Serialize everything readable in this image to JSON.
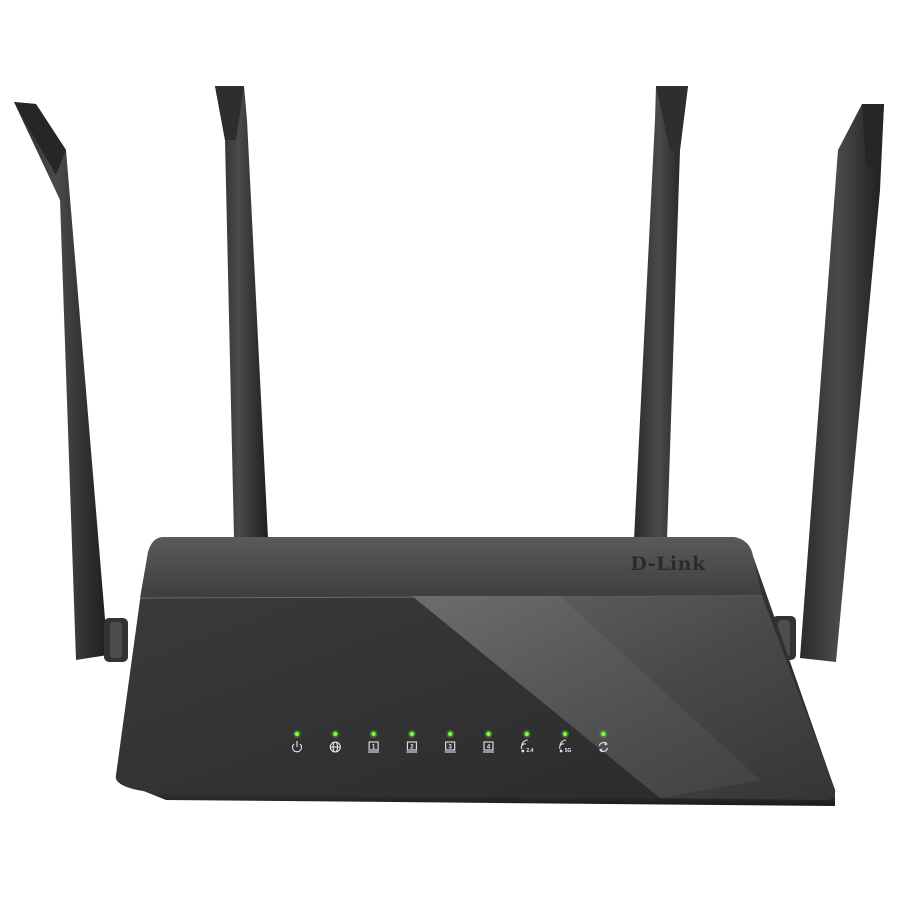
{
  "product": {
    "brand": "D-Link",
    "color": "#3a3a3a",
    "led_color": "#7cff3a"
  },
  "indicators": [
    {
      "icon": "power-icon",
      "label": ""
    },
    {
      "icon": "internet-globe-icon",
      "label": ""
    },
    {
      "icon": "lan-port-icon",
      "label": "1"
    },
    {
      "icon": "lan-port-icon",
      "label": "2"
    },
    {
      "icon": "lan-port-icon",
      "label": "3"
    },
    {
      "icon": "lan-port-icon",
      "label": "4"
    },
    {
      "icon": "wifi-icon",
      "label": "2.4"
    },
    {
      "icon": "wifi-icon",
      "label": "5G"
    },
    {
      "icon": "wps-icon",
      "label": ""
    }
  ]
}
